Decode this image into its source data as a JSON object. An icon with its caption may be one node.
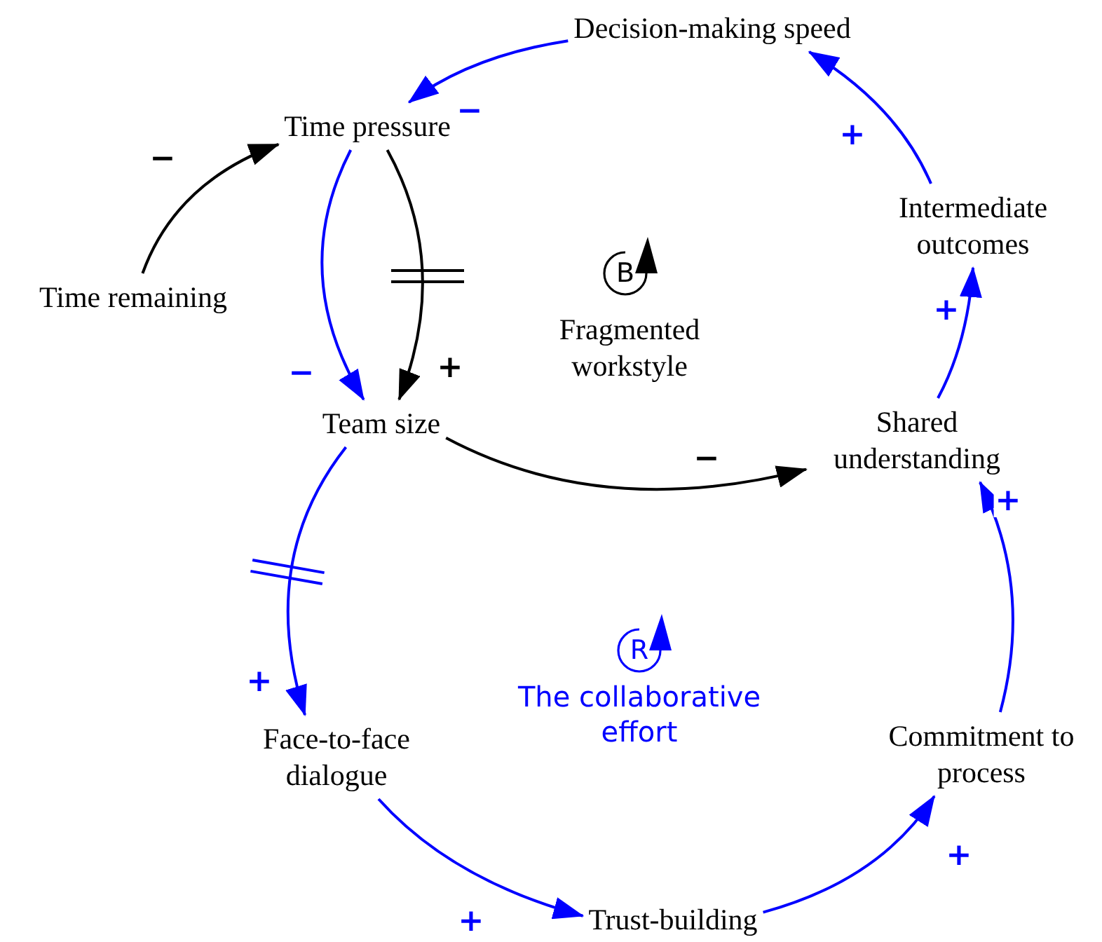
{
  "diagram": {
    "nodes": [
      {
        "text": [
          "Decision-making speed"
        ]
      },
      {
        "text": [
          "Time pressure"
        ]
      },
      {
        "text": [
          "Time remaining"
        ]
      },
      {
        "text": [
          "Team size"
        ]
      },
      {
        "text": [
          "Intermediate outcomes"
        ]
      },
      {
        "text": [
          "Shared understanding"
        ]
      },
      {
        "text": [
          "Face-to-face dialogue"
        ]
      },
      {
        "text": [
          "Commitment to process"
        ]
      },
      {
        "text": [
          "Trust-building"
        ]
      }
    ],
    "edges": [
      {
        "from": 0,
        "to": 1,
        "arrow": "to",
        "label": "−"
      },
      {
        "from": 2,
        "to": 1,
        "arrow": "to",
        "label": "−",
        "color": "#000000"
      },
      {
        "from": 1,
        "to": 3,
        "arrow": "to",
        "label": "−"
      },
      {
        "from": 1,
        "to": 3,
        "arrow": "to",
        "label": "+",
        "color": "#000000"
      },
      {
        "from": 3,
        "to": 5,
        "arrow": "to",
        "label": "−",
        "color": "#000000"
      },
      {
        "from": 3,
        "to": 6,
        "arrow": "to",
        "label": "+"
      },
      {
        "from": 6,
        "to": 8,
        "arrow": "to",
        "label": "+"
      },
      {
        "from": 8,
        "to": 7,
        "arrow": "to",
        "label": "+"
      },
      {
        "from": 7,
        "to": 5,
        "arrow": "to",
        "label": "+"
      },
      {
        "from": 5,
        "to": 4,
        "arrow": "to",
        "label": "+"
      },
      {
        "from": 4,
        "to": 0,
        "arrow": "to",
        "label": "+"
      }
    ],
    "labels": [
      "B",
      "Fragmented workstyle",
      "R",
      "The collaborative effort"
    ]
  }
}
